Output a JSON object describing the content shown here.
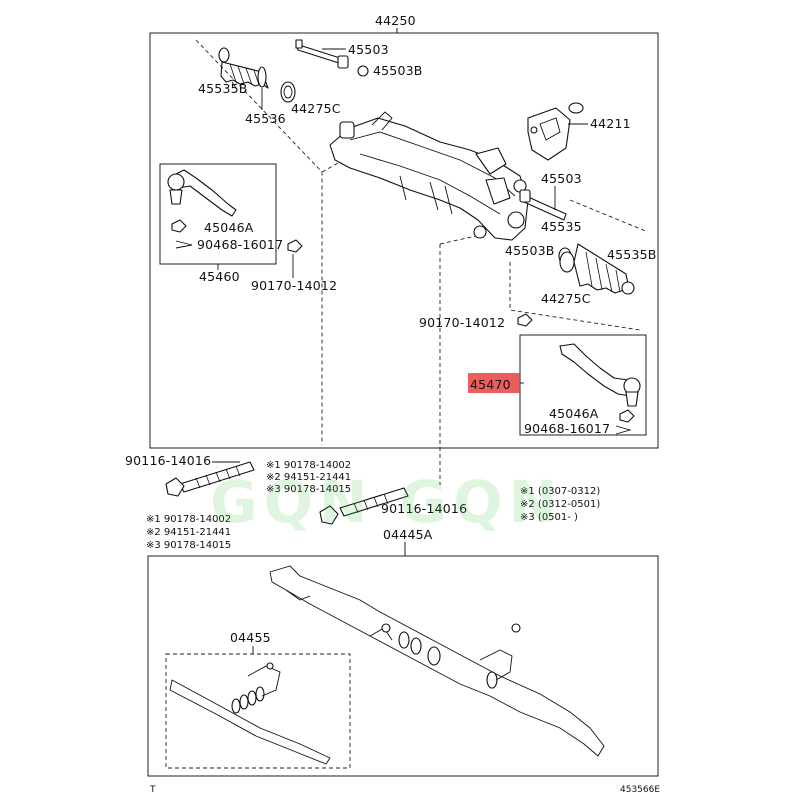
{
  "labels": {
    "assy_top": "44250",
    "p45503_top": "45503",
    "p45503b_top": "45503B",
    "p45535b_top": "45535B",
    "p45536": "45536",
    "p44275c_top": "44275C",
    "p44211": "44211",
    "p45503_r": "45503",
    "p45535_r": "45535",
    "p45535b_r": "45535B",
    "p45503b_r": "45503B",
    "p44275c_r": "44275C",
    "p45046a_l": "45046A",
    "p90468_l": "90468-16017",
    "p45460": "45460",
    "p90170_l": "90170-14012",
    "p90170_r": "90170-14012",
    "p45470": "45470",
    "p45046a_r": "45046A",
    "p90468_r": "90468-16017",
    "p90116_l": "90116-14016",
    "p90116_r": "90116-14016",
    "note_l1": "※1 90178-14002",
    "note_l2": "※2 94151-21441",
    "note_l3": "※3 90178-14015",
    "note_b1": "※1 90178-14002",
    "note_b2": "※2 94151-21441",
    "note_b3": "※3 90178-14015",
    "date1": "※1  (0307-0312)",
    "date2": "※2  (0312-0501)",
    "date3": "※3  (0501-     )",
    "assy_bottom": "04445A",
    "kit": "04455",
    "corner_t": "T",
    "drawing_no": "453566E"
  },
  "watermark": "GQN GQN",
  "colors": {
    "highlight": "#e8393a",
    "watermark": "#3cbe3c"
  }
}
